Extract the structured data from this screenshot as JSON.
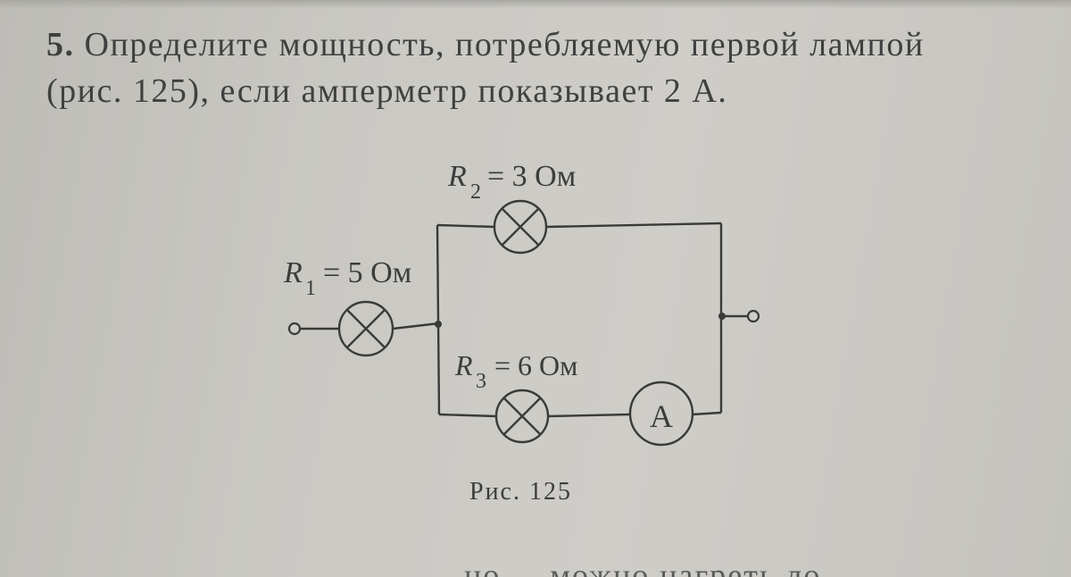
{
  "problem": {
    "number": "5.",
    "line1": "Определите мощность, потребляемую первой лампой",
    "line2": "(рис. 125), если амперметр показывает 2 А."
  },
  "figure": {
    "caption": "Рис. 125",
    "r1": {
      "symbol": "R",
      "sub": "1",
      "value": "= 5 Ом"
    },
    "r2": {
      "symbol": "R",
      "sub": "2",
      "value": "= 3 Ом"
    },
    "r3": {
      "symbol": "R",
      "sub": "3",
      "value": "= 6 Ом"
    },
    "ammeter": "A"
  },
  "bottom_fragment": "но ... можно нагреть ло"
}
